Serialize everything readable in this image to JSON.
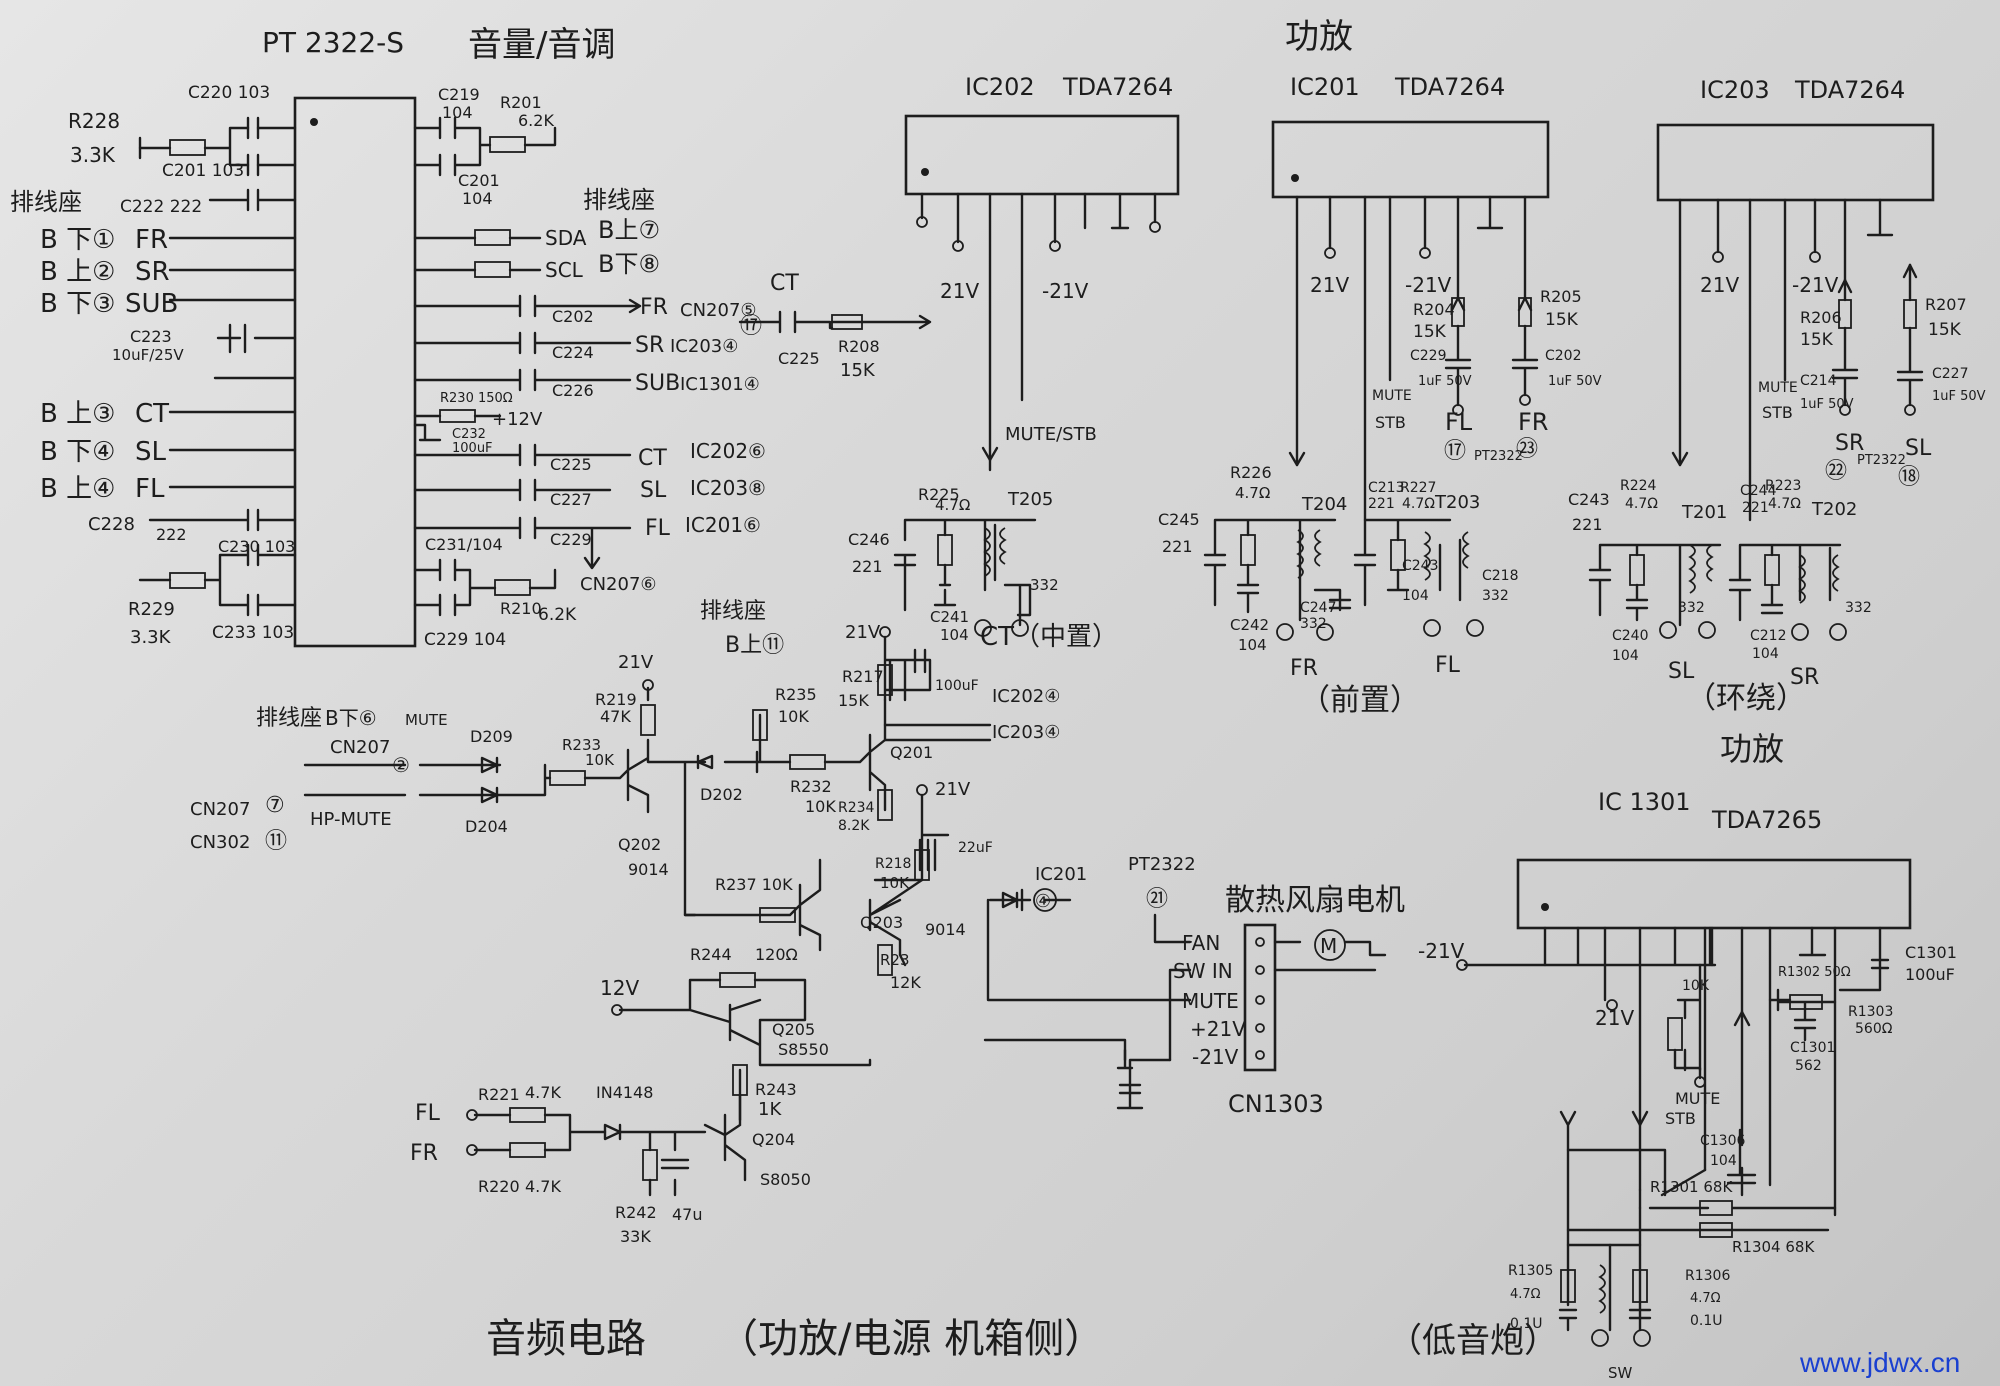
{
  "titles": {
    "pt2322": "PT 2322-S",
    "volume_tone": "音量/音调",
    "power_amp_top": "功放",
    "power_amp_mid": "功放",
    "circuit_title": "音频电路",
    "circuit_subtitle": "（功放/电源 机箱侧）",
    "subwoofer": "（低音炮）",
    "fan_motor": "散热风扇电机",
    "front": "（前置）",
    "surround": "（环绕）",
    "center": "CT（中置）"
  },
  "ics": {
    "ic202": "IC202",
    "ic202_part": "TDA7264",
    "ic201": "IC201",
    "ic201_part": "TDA7264",
    "ic203": "IC203",
    "ic203_part": "TDA7264",
    "ic1301": "IC 1301",
    "ic1301_part": "TDA7265"
  },
  "left_labels": {
    "socket1": "排线座",
    "socket2": "排线座",
    "socket3": "排线座",
    "b_fr": "B 下①",
    "fr": "FR",
    "b_sr": "B 上②",
    "sr": "SR",
    "b_sub": "B 下③",
    "sub": "SUB",
    "b_ct": "B 上③",
    "ct": "CT",
    "b_sl": "B 下④",
    "sl": "SL",
    "b_fl": "B 上④",
    "fl": "FL",
    "r228": "R228",
    "r228v": "3.3K",
    "r229": "R229",
    "r229v": "3.3K",
    "c220": "C220 103",
    "c201": "C201 103",
    "c222": "C222 222",
    "c223": "C223",
    "c223v": "10uF/25V",
    "c228": "C228",
    "c228v": "222",
    "c230": "C230 103",
    "c233": "C233 103"
  },
  "pt_outputs": {
    "c219": "C219",
    "c219v": "104",
    "r201": "R201",
    "r201v": "6.2K",
    "c201b": "C201",
    "c201bv": "104",
    "sda": "SDA",
    "scl": "SCL",
    "b7": "B上⑦",
    "b8": "B下⑧",
    "c202": "C202",
    "c224": "C224",
    "c226": "C226",
    "fr_out": "FR",
    "sr_out": "SR",
    "sub_out": "SUB",
    "cn207_5": "CN207⑤",
    "ic203_4": "IC203④",
    "ic1301_4": "IC1301④",
    "r230": "R230 150Ω",
    "v12": "+12V",
    "c232": "C232",
    "c232v": "100uF",
    "c225": "C225",
    "c227": "C227",
    "c229": "C229",
    "ct_out": "CT",
    "sl_out": "SL",
    "fl_out": "FL",
    "ic202_6": "IC202⑥",
    "ic203_8": "IC203⑧",
    "ic201_6": "IC201⑥",
    "c231": "C231/104",
    "r210": "R210",
    "r210v": "6.2K",
    "c229b": "C229 104",
    "cn207_6": "CN207⑥"
  },
  "ic202_area": {
    "ct": "CT",
    "c225": "C225",
    "r208": "R208",
    "r208v": "15K",
    "pin17": "⑰",
    "v21p": "21V",
    "v21n": "-21V",
    "mute": "MUTE/STB",
    "r225": "R225",
    "r225v": "4.7Ω",
    "t205": "T205",
    "c246": "C246",
    "c246v": "221",
    "c241": "C241",
    "c241v": "104",
    "c332": "332"
  },
  "ic201_area": {
    "v21p": "21V",
    "v21n": "-21V",
    "r204": "R204",
    "r204v": "15K",
    "r205": "R205",
    "r205v": "15K",
    "c229": "C229",
    "c229v": "1uF 50V",
    "c202": "C202",
    "c202v": "1uF 50V",
    "mute": "MUTE",
    "stb": "STB",
    "fl": "FL",
    "fr": "FR",
    "pin17": "⑰",
    "pin23": "㉓",
    "pt": "PT2322",
    "r226": "R226",
    "r226v": "4.7Ω",
    "t204": "T204",
    "c245": "C245",
    "c245v": "221",
    "c242": "C242",
    "c242v": "104",
    "c247": "C247",
    "c247v": "332",
    "c213": "C213",
    "c213v": "221",
    "r227": "R227",
    "r227v": "4.7Ω",
    "t203": "T203",
    "c243": "C243",
    "c243v": "104",
    "c218": "C218",
    "c218v": "332",
    "fr_label": "FR",
    "fl_label": "FL"
  },
  "ic203_area": {
    "v21p": "21V",
    "v21n": "-21V",
    "r206": "R206",
    "r206v": "15K",
    "r207": "R207",
    "r207v": "15K",
    "c214": "C214",
    "c214v": "1uF 50V",
    "c227": "C227",
    "c227v": "1uF 50V",
    "mute": "MUTE",
    "stb": "STB",
    "sr": "SR",
    "sl": "SL",
    "pin22": "㉒",
    "pin18": "⑱",
    "pt": "PT2322",
    "c243": "C243",
    "c243v": "221",
    "r224": "R224",
    "r224v": "4.7Ω",
    "t201": "T201",
    "c240": "C240",
    "c240v": "104",
    "c332a": "332",
    "c244": "C244",
    "c244v": "221",
    "r223": "R223",
    "r223v": "4.7Ω",
    "t202": "T202",
    "c212": "C212",
    "c212v": "104",
    "c332b": "332",
    "sl_label": "SL",
    "sr_label": "SR"
  },
  "mute_ckt": {
    "socket": "排线座",
    "b6": "B下⑥",
    "mute": "MUTE",
    "cn207a": "CN207",
    "pin2": "②",
    "cn207b": "CN207",
    "pin7": "⑦",
    "cn302": "CN302",
    "pin11": "⑪",
    "hpmute": "HP-MUTE",
    "d209": "D209",
    "d204": "D204",
    "r233": "R233",
    "r233v": "10K",
    "r219": "R219",
    "r219v": "47K",
    "v21a": "21V",
    "q202": "Q202",
    "q202v": "9014",
    "d202": "D202",
    "socket_b11": "B上⑪",
    "r235": "R235",
    "r235v": "10K",
    "r232": "R232",
    "r232v": "10K",
    "r234": "R234",
    "r234v": "8.2K",
    "v21b": "21V",
    "r217": "R217",
    "r217v": "15K",
    "c100uf": "100uF",
    "q201": "Q201",
    "ic202_4": "IC202④",
    "ic203_4": "IC203④",
    "v21c": "21V",
    "r218": "R218",
    "r218v": "10K",
    "c22uf": "22uF",
    "r237": "R237 10K",
    "q203": "Q203",
    "q203v": "9014",
    "r23": "R23",
    "r23v": "12K",
    "ic201_4": "IC201",
    "ic201_pin": "④"
  },
  "psu_ckt": {
    "v12": "12V",
    "r244": "R244",
    "r244v": "120Ω",
    "q205": "Q205",
    "q205v": "S8550",
    "r243": "R243",
    "r243v": "1K",
    "q204": "Q204",
    "q204v": "S8050",
    "r221": "R221",
    "r221v": "4.7K",
    "r220": "R220",
    "r220v": "4.7K",
    "in4148": "IN4148",
    "r242": "R242",
    "r242v": "33K",
    "c47u": "47u",
    "fl": "FL",
    "fr": "FR"
  },
  "cn1303": {
    "name": "CN1303",
    "pt2322": "PT2322",
    "pin21": "㉑",
    "fan": "FAN",
    "swin": "SW IN",
    "mute": "MUTE",
    "p21": "+21V",
    "n21": "-21V",
    "motor": "M"
  },
  "ic1301_area": {
    "n21": "-21V",
    "v21": "21V",
    "r10k": "10K",
    "mute": "MUTE",
    "stb": "STB",
    "r1302": "R1302 50Ω",
    "c1301a": "C1301",
    "c1301av": "100uF",
    "c1301b": "C1301",
    "c1301bv": "562",
    "r1303": "R1303",
    "r1303v": "560Ω",
    "c1306": "C1306",
    "c1306v": "104",
    "r1301": "R1301 68K",
    "r1304": "R1304 68K",
    "r1305": "R1305",
    "r1305v": "4.7Ω",
    "r1305c": "0.1U",
    "r1306": "R1306",
    "r1306v": "4.7Ω",
    "r1306c": "0.1U",
    "sw": "SW"
  },
  "watermark": "www.jdwx.cn"
}
